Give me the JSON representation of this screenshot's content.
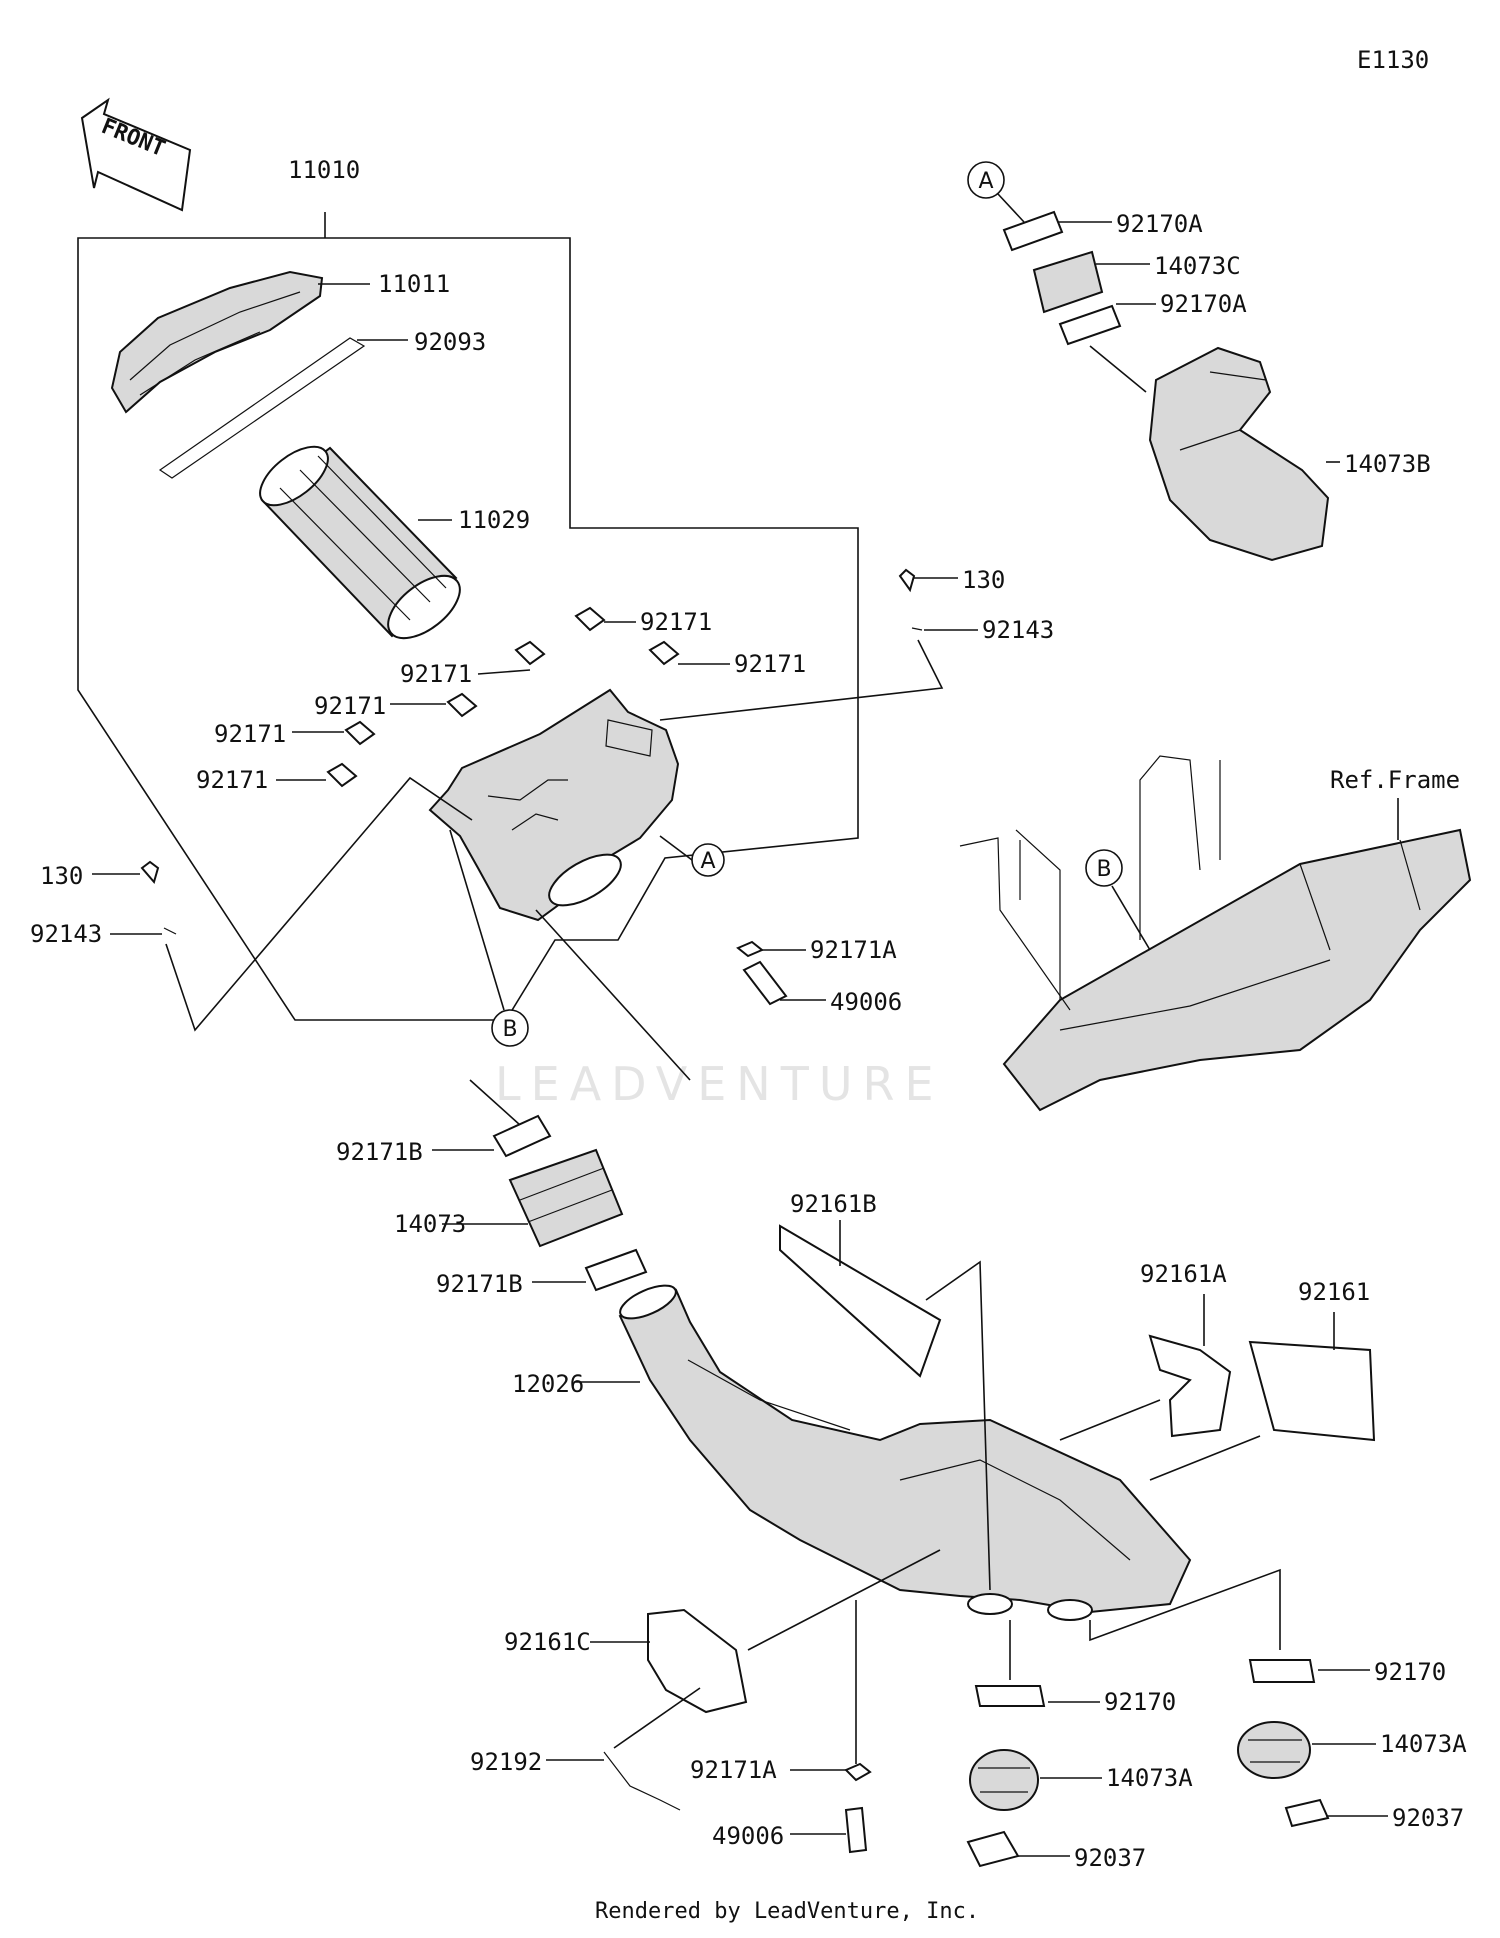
{
  "diagram_code": "E1130",
  "front_arrow_text": "FRONT",
  "ref_frame_label": "Ref.Frame",
  "watermark": "LEADVENTURE",
  "footer": "Rendered by LeadVenture, Inc.",
  "callouts": {
    "a": "A",
    "b": "B"
  },
  "parts": {
    "p11010": "11010",
    "p11011": "11011",
    "p92093": "92093",
    "p11029": "11029",
    "p92171_1": "92171",
    "p92171_2": "92171",
    "p92171_3": "92171",
    "p92171_4": "92171",
    "p92171_5": "92171",
    "p92171_6": "92171",
    "p130_right": "130",
    "p92143_right": "92143",
    "p130_left": "130",
    "p92143_left": "92143",
    "p92171A_upper": "92171A",
    "p49006_upper": "49006",
    "p92170A_top": "92170A",
    "p14073C": "14073C",
    "p92170A_bottom": "92170A",
    "p14073B": "14073B",
    "p92171B_top": "92171B",
    "p14073": "14073",
    "p92171B_bottom": "92171B",
    "p12026": "12026",
    "p92161B": "92161B",
    "p92161A": "92161A",
    "p92161": "92161",
    "p92161C": "92161C",
    "p92192": "92192",
    "p92171A_lower": "92171A",
    "p49006_lower": "49006",
    "p92170_left": "92170",
    "p92170_right": "92170",
    "p14073A_left": "14073A",
    "p14073A_right": "14073A",
    "p92037_left": "92037",
    "p92037_right": "92037"
  }
}
